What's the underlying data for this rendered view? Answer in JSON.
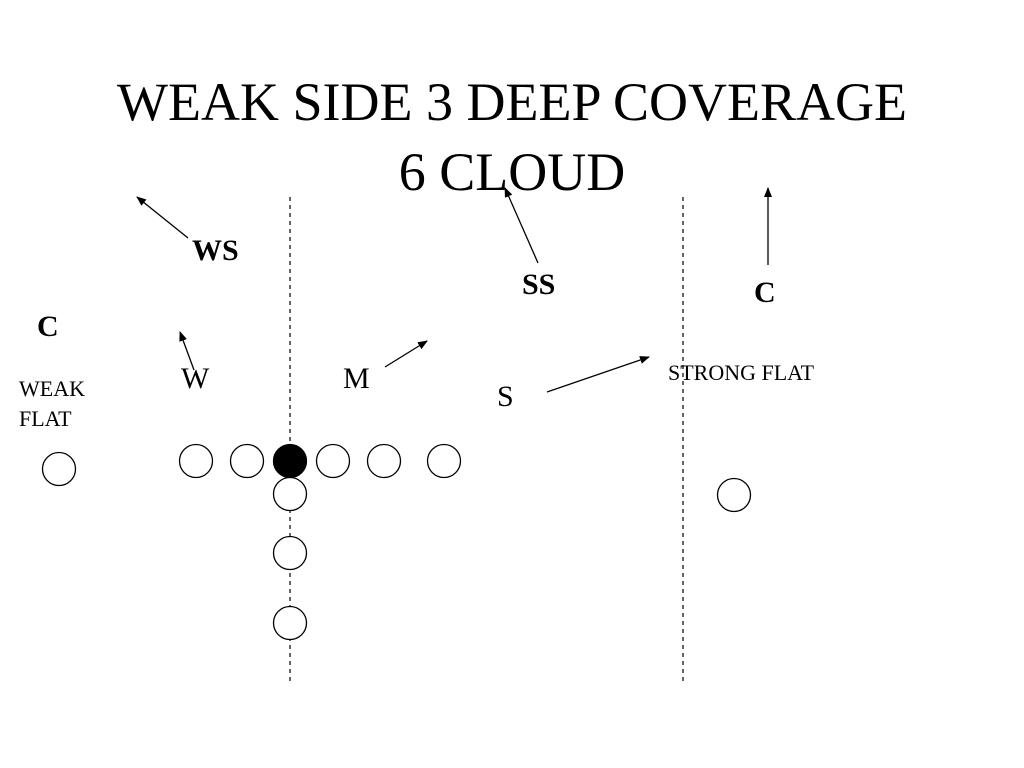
{
  "title": {
    "line1": "WEAK SIDE 3 DEEP COVERAGE",
    "line2": "6 CLOUD"
  },
  "defenders": {
    "ws": "WS",
    "ss": "SS",
    "c_strong": "C",
    "c_weak": "C",
    "w": "W",
    "m": "M",
    "s": "S"
  },
  "zones": {
    "weak_flat_line1": "WEAK",
    "weak_flat_line2": "FLAT",
    "strong_flat": "STRONG FLAT"
  },
  "colors": {
    "ink": "#000000",
    "background": "#ffffff",
    "center_fill": "#000000"
  }
}
